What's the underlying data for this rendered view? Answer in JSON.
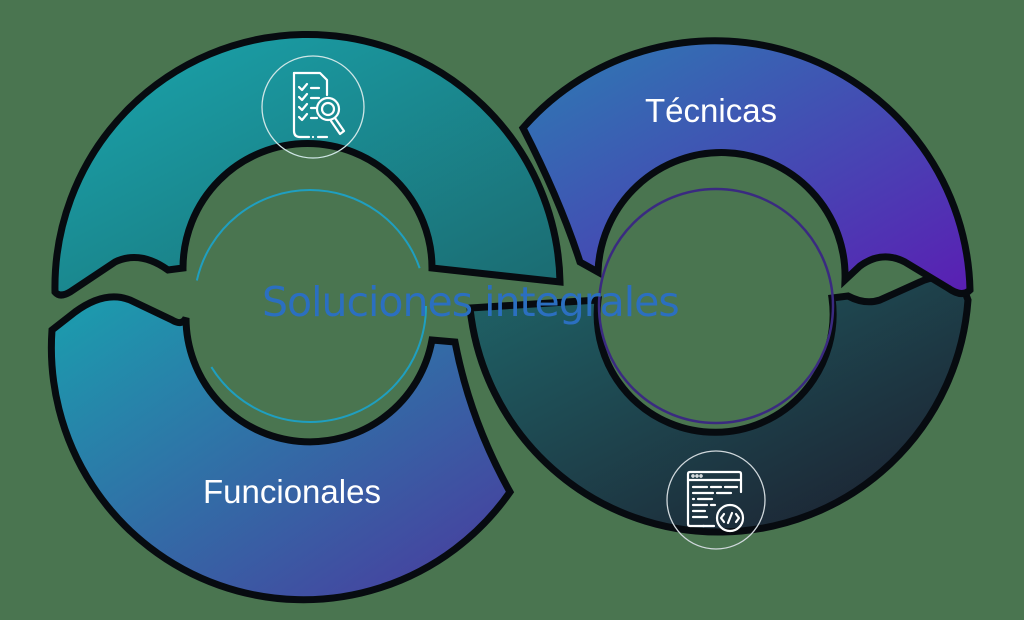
{
  "diagram": {
    "title": "Soluciones integrales",
    "segments": [
      {
        "id": "top-left",
        "label": "",
        "icon": "document-search-icon",
        "gradient": [
          "#1aa3ac",
          "#1b6b70"
        ]
      },
      {
        "id": "top-right",
        "label": "Técnicas",
        "icon": "",
        "gradient": [
          "#2e7ab2",
          "#5a1fb2"
        ]
      },
      {
        "id": "bottom-left",
        "label": "Funcionales",
        "icon": "",
        "gradient": [
          "#1a9aab",
          "#4a3a9e"
        ]
      },
      {
        "id": "bottom-right",
        "label": "",
        "icon": "code-window-icon",
        "gradient": [
          "#1f5e63",
          "#1d2030"
        ]
      }
    ]
  },
  "colors": {
    "background": "#4a7550",
    "title_text": "#2b6fc0",
    "label_text": "#ffffff",
    "outline": "#0a0f14"
  }
}
